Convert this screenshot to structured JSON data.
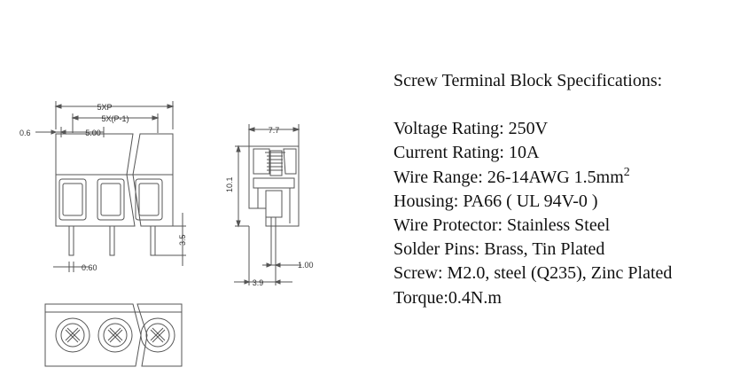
{
  "specs": {
    "title": "Screw Terminal Block Specifications:",
    "lines": [
      "Voltage Rating: 250V",
      "Current Rating: 10A",
      "Wire Range: 26-14AWG 1.5mm",
      "Housing: PA66 ( UL 94V-0 )",
      "Wire Protector: Stainless Steel",
      "Solder Pins:  Brass, Tin Plated",
      "Screw: M2.0, steel (Q235), Zinc Plated",
      "Torque:0.4N.m"
    ],
    "superscript": "2"
  },
  "dimensions": {
    "overall": "5XP",
    "pitch_span": "5X(P-1)",
    "pitch": "5.00",
    "edge": "0.6",
    "pin_width": "0.60",
    "pin_length": "3.5",
    "depth": "7.7",
    "height": "10.1",
    "pin_offset": "3.9",
    "pin_diameter": "1.00"
  },
  "colors": {
    "line": "#555555",
    "text": "#111111"
  }
}
